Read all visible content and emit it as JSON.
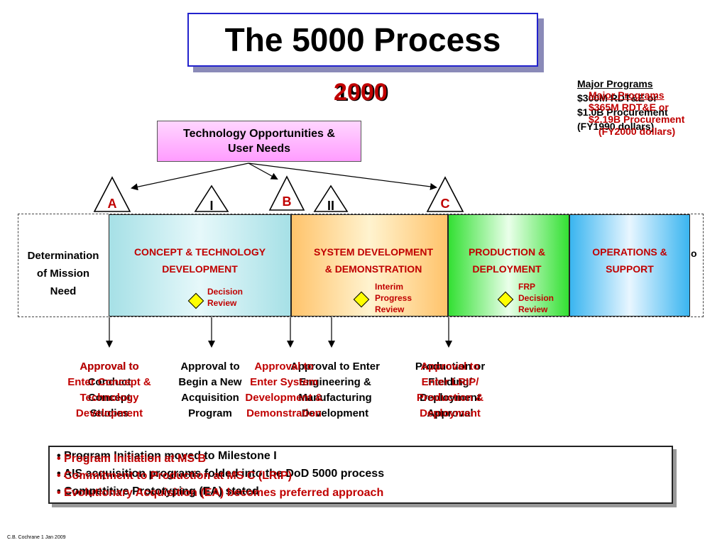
{
  "title": "The 5000 Process",
  "year_old": "1990",
  "year_new": "2000",
  "major_programs_old": {
    "heading": "Major Programs",
    "lines": [
      "$300M RDT&E or",
      "$1.0B Procurement",
      "(FY1990 dollars)"
    ]
  },
  "major_programs_new": {
    "heading": "Major Programs",
    "lines": [
      "$365M RDT&E or",
      "$2.19B Procurement",
      "(FY2000 dollars)"
    ]
  },
  "tech_box": {
    "line1": "Technology Opportunities &",
    "line2": "User Needs"
  },
  "mission_need": {
    "line1": "Determination",
    "line2": "of Mission",
    "line3": "Need"
  },
  "milestones": {
    "A": "A",
    "I": "I",
    "B": "B",
    "II": "II",
    "C": "C"
  },
  "phases": [
    {
      "line1": "CONCEPT & TECHNOLOGY",
      "line2": "DEVELOPMENT",
      "color": "#c00000"
    },
    {
      "line1": "SYSTEM DEVELOPMENT",
      "line2": "& DEMONSTRATION",
      "color": "#c00000"
    },
    {
      "line1": "PRODUCTION &",
      "line2": "DEPLOYMENT",
      "color": "#c00000"
    },
    {
      "line1": "OPERATIONS &",
      "line2": "SUPPORT",
      "color": "#c00000"
    }
  ],
  "phase_cutoff_text": "o",
  "reviews": [
    {
      "line1": "Decision",
      "line2": "Review"
    },
    {
      "line1": "Interim",
      "line2": "Progress",
      "line3": "Review"
    },
    {
      "line1": "FRP",
      "line2": "Decision",
      "line3": "Review"
    }
  ],
  "approvals_black": [
    {
      "lines": [
        "Approval to",
        "Conduct",
        "Concept",
        "Studies"
      ]
    },
    {
      "lines": [
        "Approval to",
        "Begin a New",
        "Acquisition",
        "Program"
      ]
    },
    {
      "lines": [
        "Approval to Enter",
        "Engineering &",
        "Manufacturing",
        "Development"
      ]
    },
    {
      "lines": [
        "Production or",
        "Fielding/",
        "Deployment",
        "Approval"
      ]
    }
  ],
  "approvals_red": [
    {
      "lines": [
        "Approval to",
        "Enter Concept &",
        "Technology",
        "Development"
      ]
    },
    {
      "lines": [
        "Approval to",
        "Enter System",
        "Development &",
        "Demonstration"
      ]
    },
    {
      "lines": [
        "Approval to",
        "Enter LRIP/",
        "Production &",
        "Deployment"
      ]
    }
  ],
  "bullets_black": [
    "• Program Initiation moved to Milestone I",
    "• AIS acquisition programs folded into the DoD 5000 process",
    "• Competitive Prototyping (EA) stated"
  ],
  "bullets_red": [
    "• Program Initiation at MS B",
    "• Commitment to Production at MS C (LRIP)",
    "• Evolutionary Acquisition (EA) becomes preferred approach"
  ],
  "footer": "C.B. Cochrane 1 Jan 2009",
  "colors": {
    "red": "#c00000",
    "title_border": "#2222cc"
  }
}
